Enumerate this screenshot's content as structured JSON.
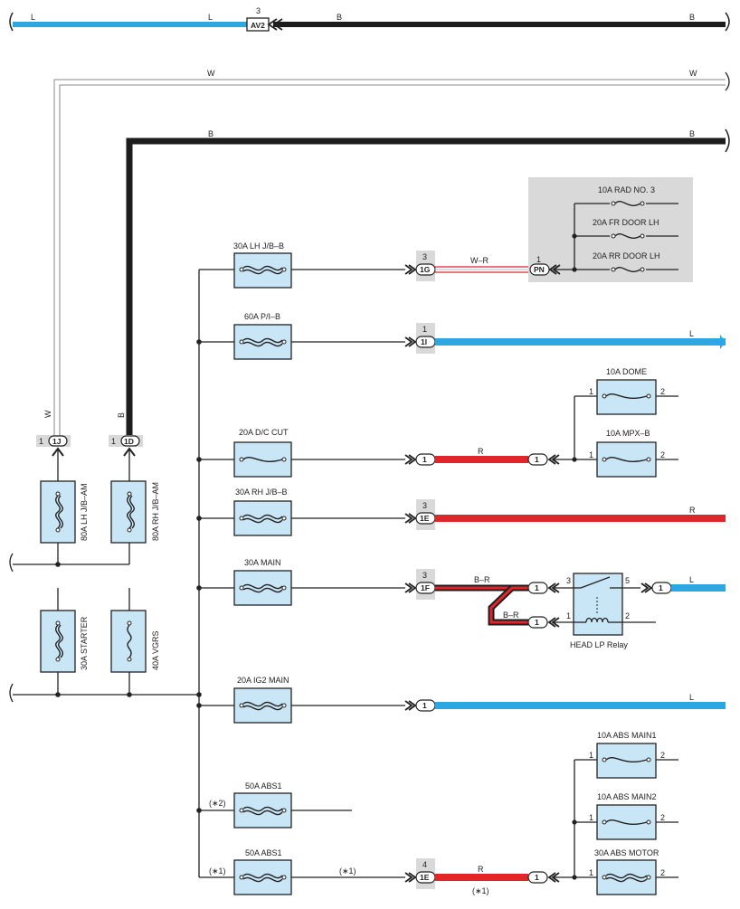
{
  "colors": {
    "blue_L": "#2ba7e2",
    "black_B": "#1d1d1d",
    "red_R": "#e0252b",
    "fuse_fill": "#c9e6f7",
    "gray_panel": "#d9d9d9"
  },
  "top": {
    "wire_L_left": "L",
    "wire_L_right": "L",
    "connector_num": "3",
    "connector_id": "AV2",
    "wire_B_left": "B",
    "wire_B_right": "B"
  },
  "w_line": {
    "label_left": "W",
    "label_right": "W",
    "label_vertical": "W"
  },
  "b_line": {
    "label_left": "B",
    "label_right": "B",
    "label_vertical": "B"
  },
  "lh_jb_am": {
    "conn_num": "1",
    "conn_id": "1J",
    "fuse_label": "80A LH J/B–AM"
  },
  "rh_jb_am": {
    "conn_num": "1",
    "conn_id": "1D",
    "fuse_label": "80A RH J/B–AM"
  },
  "starter": {
    "fuse_label": "30A STARTER"
  },
  "vgrs": {
    "fuse_label": "40A VGRS"
  },
  "fuses": {
    "lh_jbb": "30A LH J/B–B",
    "pib": "60A P/I–B",
    "dc_cut": "20A D/C CUT",
    "rh_jbb": "30A RH J/B–B",
    "main": "30A MAIN",
    "ig2_main": "20A IG2 MAIN",
    "abs1_a": "50A ABS1",
    "abs1_b": "50A ABS1"
  },
  "panel": {
    "fuse1": "10A RAD NO. 3",
    "fuse2": "20A FR DOOR LH",
    "fuse3": "20A RR DOOR LH",
    "conn_num": "1",
    "conn_id": "PN"
  },
  "connectors": {
    "c1g_num": "3",
    "c1g_id": "1G",
    "wire_wr": "W–R",
    "c1i_num": "1",
    "c1i_id": "1I",
    "wire_l1": "L",
    "dc_left": "1",
    "dc_right": "1",
    "wire_r1": "R",
    "c1e_num": "3",
    "c1e_id": "1E",
    "wire_r2": "R",
    "c1f_num": "3",
    "c1f_id": "1F",
    "wire_br1": "B–R",
    "wire_br2": "B–R",
    "relay_c1": "1",
    "relay_c2": "1",
    "relay_out": "1",
    "wire_l2": "L",
    "ig2_conn": "1",
    "wire_l3": "L",
    "abs_star2": "(∗2)",
    "abs_star1a": "(∗1)",
    "abs_star1b": "(∗1)",
    "c1e2_num": "4",
    "c1e2_id": "1E",
    "wire_r3": "R",
    "abs_star1c": "(∗1)",
    "abs_right_conn": "1"
  },
  "dome": {
    "fuse_label": "10A DOME",
    "pin1": "1",
    "pin2": "2"
  },
  "mpxb": {
    "fuse_label": "10A MPX–B",
    "pin1": "1",
    "pin2": "2"
  },
  "relay": {
    "label": "HEAD LP Relay",
    "pin3": "3",
    "pin5": "5",
    "pin1": "1",
    "pin2": "2"
  },
  "abs_main1": {
    "fuse_label": "10A ABS MAIN1",
    "pin1": "1",
    "pin2": "2"
  },
  "abs_main2": {
    "fuse_label": "10A ABS MAIN2",
    "pin1": "1",
    "pin2": "2"
  },
  "abs_motor": {
    "fuse_label": "30A ABS MOTOR",
    "pin1": "1",
    "pin2": "2"
  }
}
